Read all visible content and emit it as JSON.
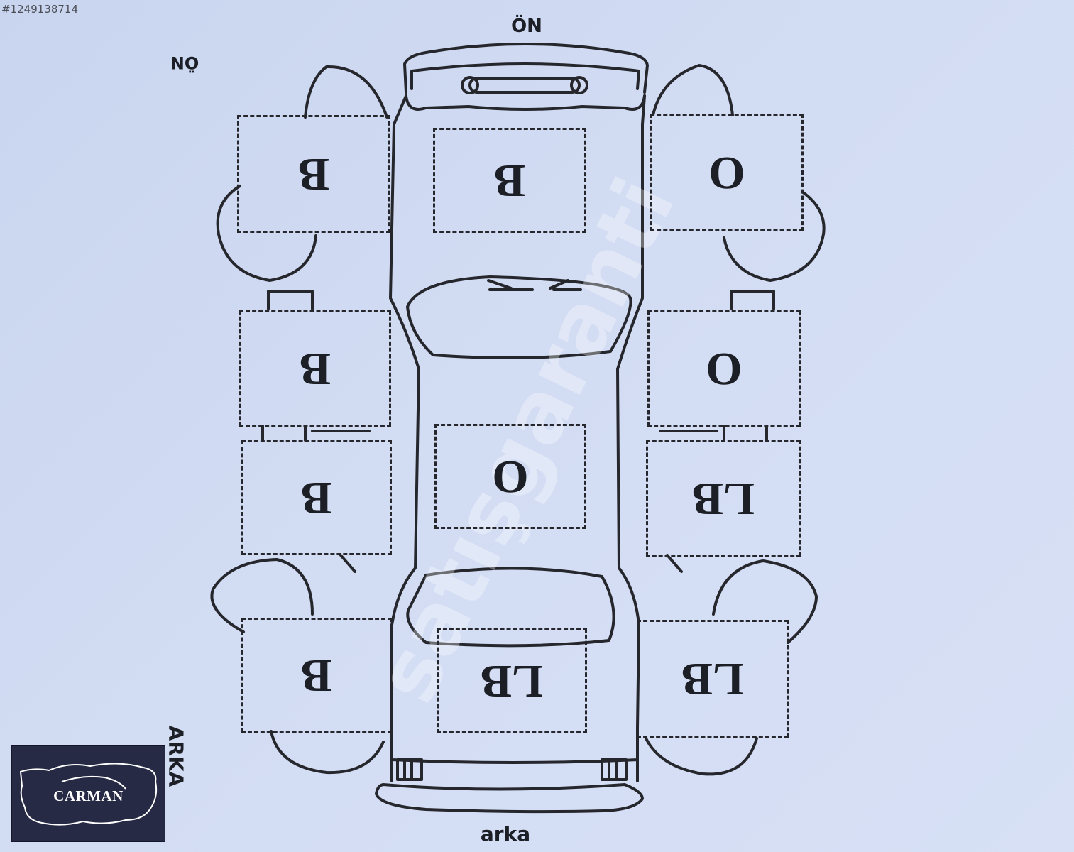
{
  "listing_id": "#1249138714",
  "orientation": {
    "front_top": "ÖN",
    "rear_bottom": "arka",
    "front_side": "ÖN",
    "rear_side": "ARKA"
  },
  "watermark": "satışgaranti",
  "logo": {
    "text": "CARMAN"
  },
  "panels": {
    "left_front_fender": "B",
    "hood": "B",
    "right_front_fender": "O",
    "left_front_door": "B",
    "right_front_door": "O",
    "left_rear_door": "B",
    "roof": "O",
    "right_rear_door": "LB",
    "left_rear_fender": "B",
    "trunk": "LB",
    "right_rear_fender": "LB"
  },
  "colors": {
    "background": "#cfd9f2",
    "ink": "#26272d",
    "logo_bg": "#262a44",
    "logo_text": "#ffffff"
  }
}
